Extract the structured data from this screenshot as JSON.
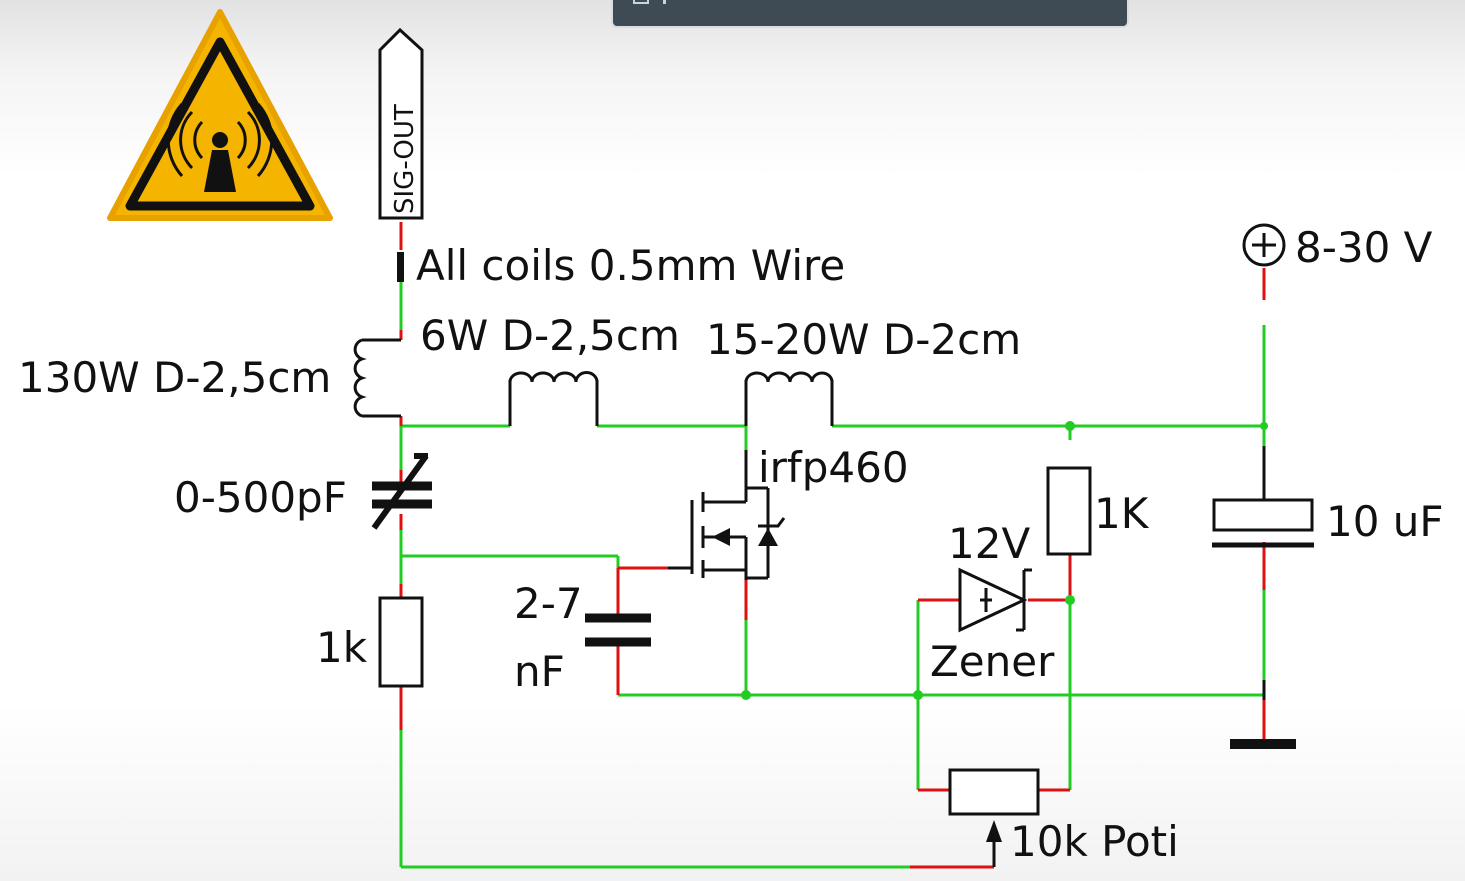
{
  "labels": {
    "sig_out": "SIG-OUT",
    "coil_note": "All coils 0.5mm Wire",
    "supply": "8-30 V",
    "coil_6w": "6W D-2,5cm",
    "coil_15_20w": "15-20W D-2cm",
    "coil_130w": "130W D-2,5cm",
    "transistor": "irfp460",
    "varcap": "0-500pF",
    "cap_2_7": "2-7",
    "cap_nf": "nF",
    "zener_voltage": "12V",
    "zener": "Zener",
    "r_1k_upper": "1K",
    "r_1k_lower": "1k",
    "cap_10uf": "10 uF",
    "poti": "10k Poti"
  },
  "icons": {
    "warning": "radiation-warning-triangle-icon",
    "plus": "plus-circle-icon"
  },
  "colors": {
    "wire": "#22cc22",
    "pin": "#dd1111",
    "symbol": "#111111",
    "warning_fill": "#f4b400",
    "overlay": "#3e4a54"
  }
}
